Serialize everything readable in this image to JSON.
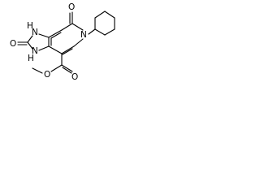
{
  "atom_labels": {
    "o_carbonyl_top": "O",
    "n_ring_right": "N",
    "nh_top": "H",
    "nh_top_n": "N",
    "o_urea": "O",
    "nh_bottom_n": "N",
    "nh_bottom": "H",
    "o_ester_carbonyl": "O",
    "o_ester": "O"
  },
  "colors": {
    "ink": "#000000",
    "background": "#ffffff"
  }
}
